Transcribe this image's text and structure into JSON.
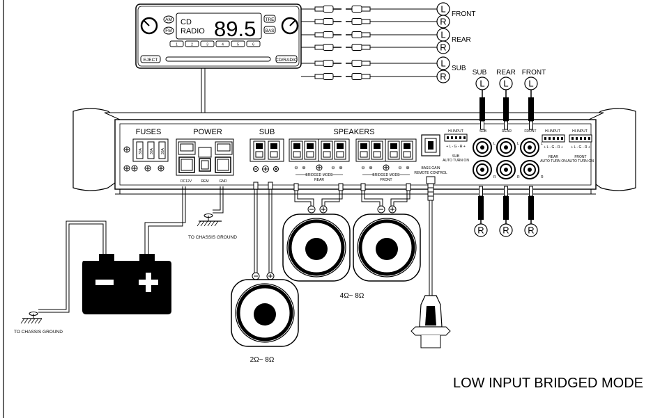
{
  "head_unit": {
    "am": "AM",
    "fm": "FM",
    "cd": "CD",
    "radio": "RADIO",
    "frequency": "89.5",
    "tre": "TRE",
    "bas": "BAS",
    "presets": [
      "1",
      "2",
      "3",
      "4",
      "5",
      "6"
    ],
    "eject": "EJECT",
    "cd_radio": "CD/RADIO"
  },
  "rca_outputs": [
    {
      "channel": "L",
      "group": "FRONT"
    },
    {
      "channel": "R",
      "group": ""
    },
    {
      "channel": "L",
      "group": "REAR"
    },
    {
      "channel": "R",
      "group": ""
    },
    {
      "channel": "L",
      "group": "SUB"
    },
    {
      "channel": "R",
      "group": ""
    }
  ],
  "amp_inputs_top": [
    {
      "label": "SUB",
      "channel": "L"
    },
    {
      "label": "REAR",
      "channel": "L"
    },
    {
      "label": "FRONT",
      "channel": "L"
    }
  ],
  "amp_inputs_bottom": [
    "R",
    "R",
    "R"
  ],
  "amplifier": {
    "sections": {
      "fuses": "FUSES",
      "power": "POWER",
      "sub": "SUB",
      "speakers": "SPEAKERS"
    },
    "fuse_rating": "30A",
    "power_terminals": [
      "DC12V",
      "REM",
      "GND"
    ],
    "bridged_rear": "BRIDGED MODE",
    "bridged_front": "BRIDGED MODE",
    "rear": "REAR",
    "front": "FRONT",
    "bass_gain": "BASS GAIN",
    "remote_control": "REMOTE CONTROL",
    "hi_input": "HI-INPUT",
    "sub_auto": "SUB",
    "auto_turn_on": "AUTO TURN ON",
    "rca_sub": "SUB",
    "rca_rear": "REAR",
    "rca_front": "FRONT",
    "l": "L",
    "r": "R",
    "hi_in_pins": "+ L - G - R +",
    "hi_sub": "SUB",
    "hi_rear": "REAR",
    "hi_front": "FRONT"
  },
  "chassis_ground_1": "TO CHASSIS GROUND",
  "chassis_ground_2": "TO CHASSIS GROUND",
  "sub_speaker_impedance": "2Ω~ 8Ω",
  "main_speakers_impedance": "4Ω~ 8Ω",
  "mode_title": "LOW INPUT BRIDGED MODE"
}
